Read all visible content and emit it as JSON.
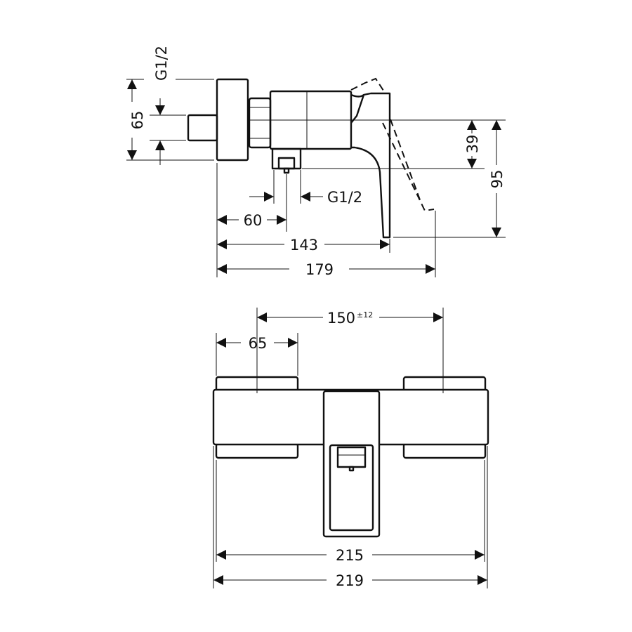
{
  "side_view": {
    "dim_height_flange": "65",
    "thread_top": "G1/2",
    "dim_centre_to_outlet": "39",
    "dim_centre_to_lever": "95",
    "dim_outlet_offset": "60",
    "thread_outlet": "G1/2",
    "dim_projection_lever": "143",
    "dim_projection_max": "179"
  },
  "front_view": {
    "dim_centres": "150",
    "dim_centres_tolerance": "±12",
    "dim_flange_width": "65",
    "dim_width_body": "215",
    "dim_width_total": "219"
  }
}
